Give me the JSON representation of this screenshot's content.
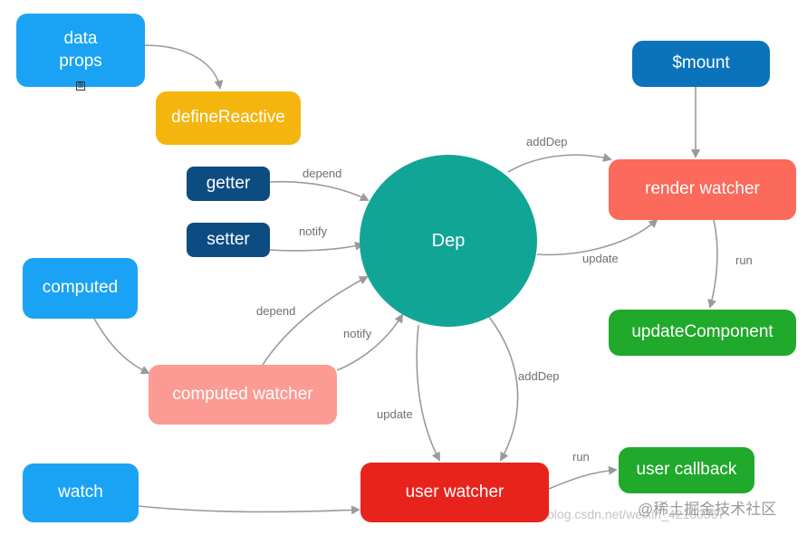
{
  "nodes": {
    "data_props": {
      "lines": [
        "data",
        "props"
      ],
      "color": "#1aa3f5"
    },
    "define_reactive": {
      "label": "defineReactive",
      "color": "#f5b50f"
    },
    "getter": {
      "label": "getter",
      "color": "#0d4c80"
    },
    "setter": {
      "label": "setter",
      "color": "#0d4c80"
    },
    "computed": {
      "label": "computed",
      "color": "#1aa3f5"
    },
    "computed_watcher": {
      "label": "computed watcher",
      "color": "#fb9b93"
    },
    "watch": {
      "label": "watch",
      "color": "#1aa3f5"
    },
    "dep": {
      "label": "Dep",
      "color": "#11a596"
    },
    "user_watcher": {
      "label": "user watcher",
      "color": "#e8231c"
    },
    "mount": {
      "label": "$mount",
      "color": "#0a73ba"
    },
    "render_watcher": {
      "label": "render watcher",
      "color": "#fb6a5a"
    },
    "update_component": {
      "label": "updateComponent",
      "color": "#20a92b"
    },
    "user_callback": {
      "label": "user callback",
      "color": "#20a92b"
    }
  },
  "edge_labels": {
    "getter_depend": "depend",
    "setter_notify": "notify",
    "computed_depend": "depend",
    "computed_notify": "notify",
    "dep_add_dep_render": "addDep",
    "dep_update_render": "update",
    "render_run": "run",
    "dep_update_user": "update",
    "dep_add_dep_user": "addDep",
    "user_run": "run"
  },
  "expander_symbol": "⊞",
  "watermark": "https://blog.csdn.net/weixin_42100367",
  "watermark_brand": "@稀土掘金技术社区",
  "colors": {
    "edge": "#9a9a9a"
  }
}
